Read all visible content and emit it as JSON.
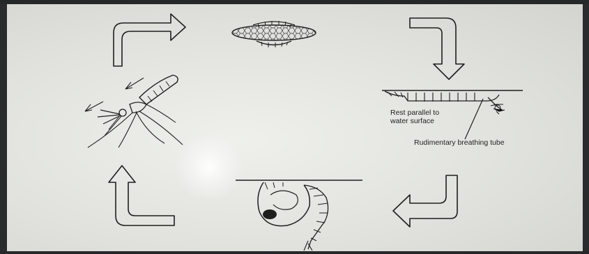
{
  "annotations": {
    "rest_parallel": "Rest parallel to\nwater surface",
    "breathing_tube": "Rudimentary breathing tube"
  },
  "stages": [
    "egg-raft",
    "larva",
    "pupa",
    "adult-mosquito"
  ],
  "colors": {
    "ink": "#1e1e1e",
    "paper": "#e6e7e2"
  }
}
